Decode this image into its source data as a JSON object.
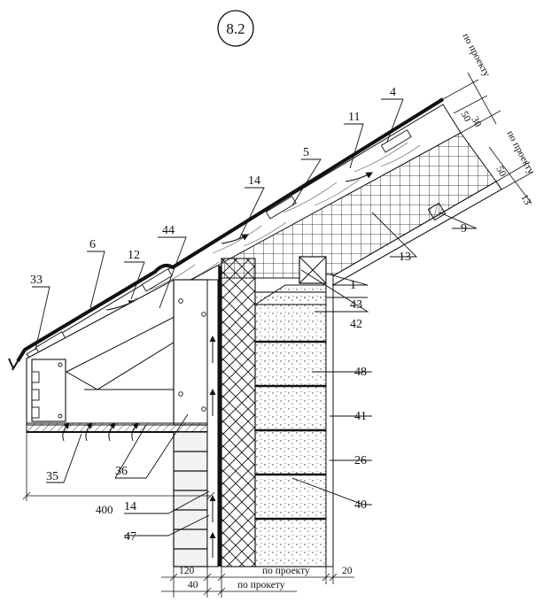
{
  "title": "8.2",
  "callouts": [
    "4",
    "5",
    "11",
    "14",
    "44",
    "12",
    "6",
    "33",
    "9",
    "13",
    "1",
    "43",
    "42",
    "48",
    "41",
    "26",
    "40",
    "35",
    "36",
    "14",
    "47"
  ],
  "dimensions": {
    "eave_overhang": "400",
    "bottom_120": "120",
    "bottom_40": "40",
    "bottom_po_proektu": "по проекту",
    "bottom_20": "20",
    "bottom_po_proketu": "по прокету",
    "top_po_proektu": "по проекту",
    "top_50": "50",
    "top_30": "30",
    "right_po_proektu": "по проекту",
    "right_50": "50",
    "right_13": "13"
  },
  "colors": {
    "ink": "#111111",
    "paper": "#ffffff",
    "brick_fill": "#f2f2f2"
  }
}
